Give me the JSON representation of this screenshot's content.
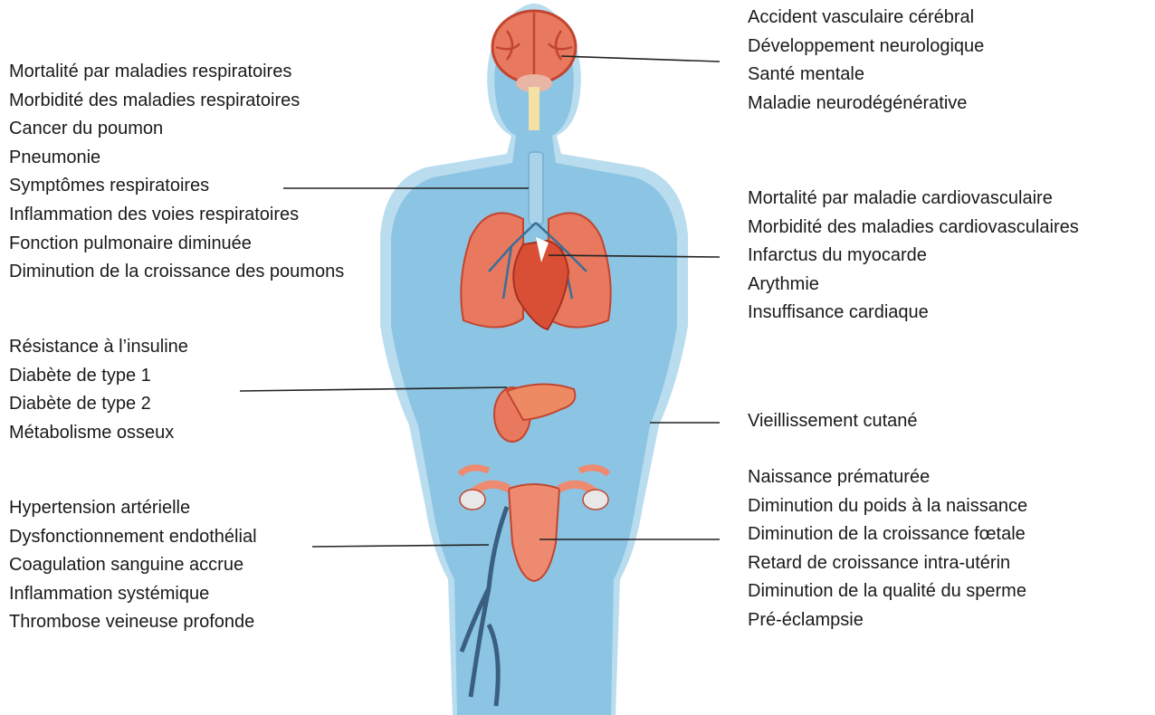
{
  "groups": {
    "respiratory": [
      "Mortalité par maladies respiratoires",
      "Morbidité des maladies respiratoires",
      "Cancer du poumon",
      "Pneumonie",
      "Symptômes respiratoires",
      "Inflammation des voies respiratoires",
      "Fonction pulmonaire diminuée",
      "Diminution de la croissance des poumons"
    ],
    "metabolic": [
      "Résistance à l’insuline",
      "Diabète de type 1",
      "Diabète de type 2",
      "Métabolisme osseux"
    ],
    "vascular": [
      "Hypertension artérielle",
      "Dysfonctionnement endothélial",
      "Coagulation sanguine accrue",
      "Inflammation systémique",
      "Thrombose veineuse profonde"
    ],
    "brain": [
      "Accident vasculaire cérébral",
      "Développement neurologique",
      "Santé mentale",
      "Maladie neurodégénérative"
    ],
    "cardio": [
      "Mortalité par maladie cardiovasculaire",
      "Morbidité des maladies cardiovasculaires",
      "Infarctus du myocarde",
      "Arythmie",
      "Insuffisance cardiaque"
    ],
    "skin": [
      "Vieillissement cutané"
    ],
    "reproductive": [
      "Naissance prématurée",
      "Diminution du poids à la naissance",
      "Diminution de la croissance fœtale",
      "Retard de croissance intra-utérin",
      "Diminution de la qualité du sperme",
      "Pré-éclampsie"
    ]
  },
  "colors": {
    "body": "#8cc5e3",
    "body_edge": "#b9dcef",
    "organ": "#e8785e",
    "organ_dark": "#c2452f",
    "trachea": "#f3e1a6",
    "vessel": "#3a5f80",
    "leader": "#222222"
  }
}
